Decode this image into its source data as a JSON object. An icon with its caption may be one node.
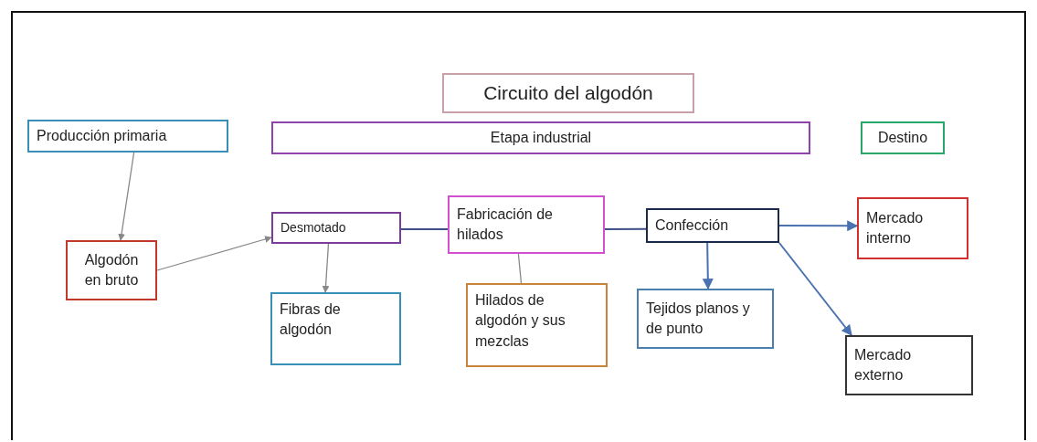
{
  "diagram": {
    "title": "Circuito del algodón",
    "nodes": [
      {
        "text": [
          "Producción primaria"
        ]
      },
      {
        "text": [
          "Etapa industrial"
        ]
      },
      {
        "text": [
          "Destino"
        ]
      },
      {
        "text": [
          "Algodón en bruto"
        ]
      },
      {
        "text": [
          "Desmotado"
        ]
      },
      {
        "text": [
          "Fabricación de hilados"
        ]
      },
      {
        "text": [
          "Confección"
        ]
      },
      {
        "text": [
          "Mercado interno"
        ]
      },
      {
        "text": [
          "Fibras de algodón"
        ]
      },
      {
        "text": [
          "Hilados de algodón y sus mezclas"
        ]
      },
      {
        "text": [
          "Tejidos planos y de punto"
        ]
      },
      {
        "text": [
          "Mercado externo"
        ]
      }
    ],
    "edges": [
      {
        "from": 0,
        "to": 3,
        "arrow": "to",
        "color": "#888888"
      },
      {
        "from": 3,
        "to": 4,
        "arrow": "to",
        "color": "#888888"
      },
      {
        "from": 4,
        "to": 8,
        "arrow": "to",
        "color": "#888888"
      },
      {
        "from": 4,
        "to": 5,
        "arrow": "none",
        "color": "#3f4f8a"
      },
      {
        "from": 5,
        "to": 9,
        "arrow": "none",
        "color": "#888888"
      },
      {
        "from": 5,
        "to": 6,
        "arrow": "none",
        "color": "#3f4f8a"
      },
      {
        "from": 6,
        "to": 7,
        "arrow": "to"
      },
      {
        "from": 6,
        "to": 10,
        "arrow": "to"
      },
      {
        "from": 6,
        "to": 11,
        "arrow": "to"
      }
    ]
  }
}
